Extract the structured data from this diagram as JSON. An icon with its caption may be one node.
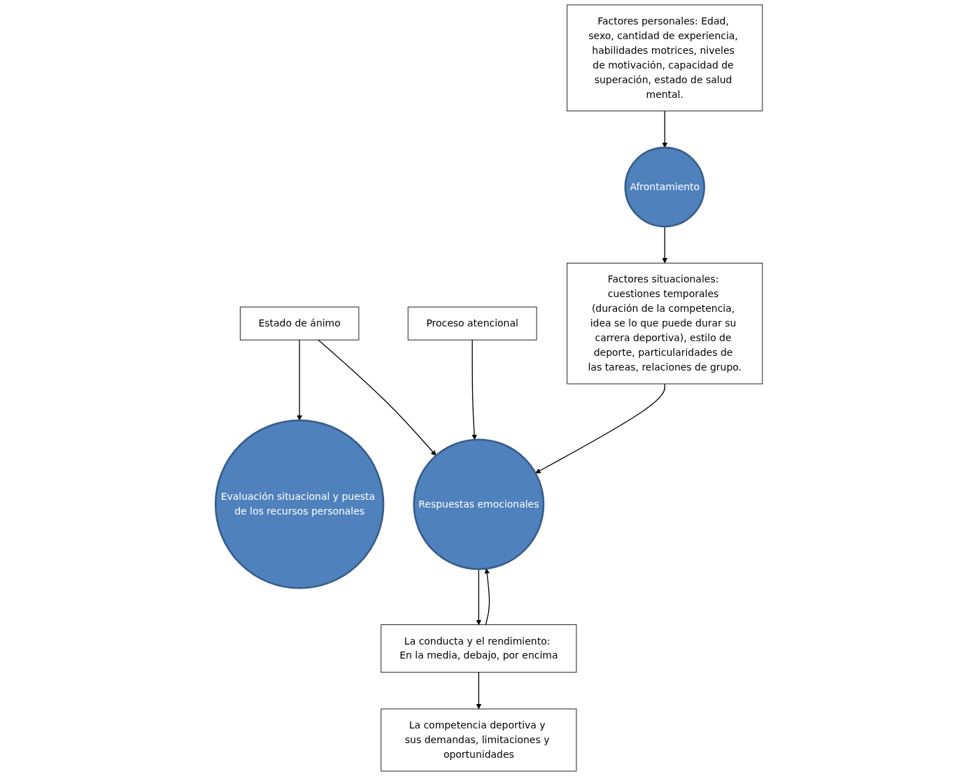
{
  "diagram": {
    "nodes": [
      {
        "text": [
          "Proceso atencional"
        ]
      },
      {
        "text": [
          "Estado de ánimo"
        ]
      },
      {
        "text": [
          "La competencia deportiva y sus demandas, limitaciones y oportunidades"
        ]
      },
      {
        "text": [
          "Evaluación situacional y puesta de los recursos personales"
        ]
      },
      {
        "text": [
          "Respuestas emocionales"
        ]
      },
      {
        "text": [
          "La conducta y el rendimiento: En la media, debajo, por encima"
        ]
      },
      {
        "text": [
          "Afrontamiento"
        ]
      },
      {
        "text": [
          "Factores personales: Edad, sexo, cantidad de experiencia, habilidades motrices, niveles de motivación, capacidad de superación, estado de salud mental."
        ]
      },
      {
        "text": [
          "Factores situacionales: cuestiones temporales (duración de la competencia, idea se lo que puede durar su carrera deportiva), estilo de deporte, particularidades de las tareas, relaciones de grupo."
        ]
      }
    ],
    "edges": [
      {
        "from": 5,
        "to": 2,
        "arrow": "to"
      },
      {
        "from": 1,
        "to": 3,
        "arrow": "to"
      },
      {
        "from": 1,
        "to": 4,
        "arrow": "to"
      },
      {
        "from": 0,
        "to": 4,
        "arrow": "to"
      },
      {
        "from": 5,
        "to": 4,
        "arrow": "to"
      },
      {
        "from": 4,
        "to": 5,
        "arrow": "to"
      },
      {
        "from": 7,
        "to": 6,
        "arrow": "to"
      },
      {
        "from": 6,
        "to": 8,
        "arrow": "to"
      },
      {
        "from": 8,
        "to": 4,
        "arrow": "to"
      }
    ]
  }
}
